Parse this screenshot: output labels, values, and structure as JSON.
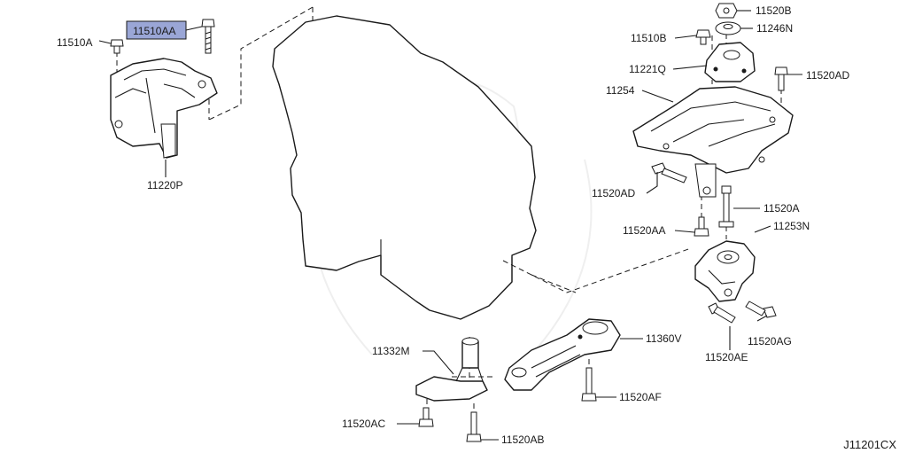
{
  "diagram": {
    "ref_code": "J11201CX",
    "highlight_color": "#9aa6d6",
    "parts": {
      "p11510AA": "11510AA",
      "p11510A": "11510A",
      "p11220P": "11220P",
      "p11520B": "11520B",
      "p11246N": "11246N",
      "p11510B": "11510B",
      "p11221Q": "11221Q",
      "p11520AD_top": "11520AD",
      "p11254": "11254",
      "p11520AD_left": "11520AD",
      "p11520A": "11520A",
      "p11520AA": "11520AA",
      "p11253N": "11253N",
      "p11520AG": "11520AG",
      "p11520AE": "11520AE",
      "p11360V": "11360V",
      "p11520AF": "11520AF",
      "p11332M": "11332M",
      "p11520AC": "11520AC",
      "p11520AB": "11520AB"
    }
  }
}
